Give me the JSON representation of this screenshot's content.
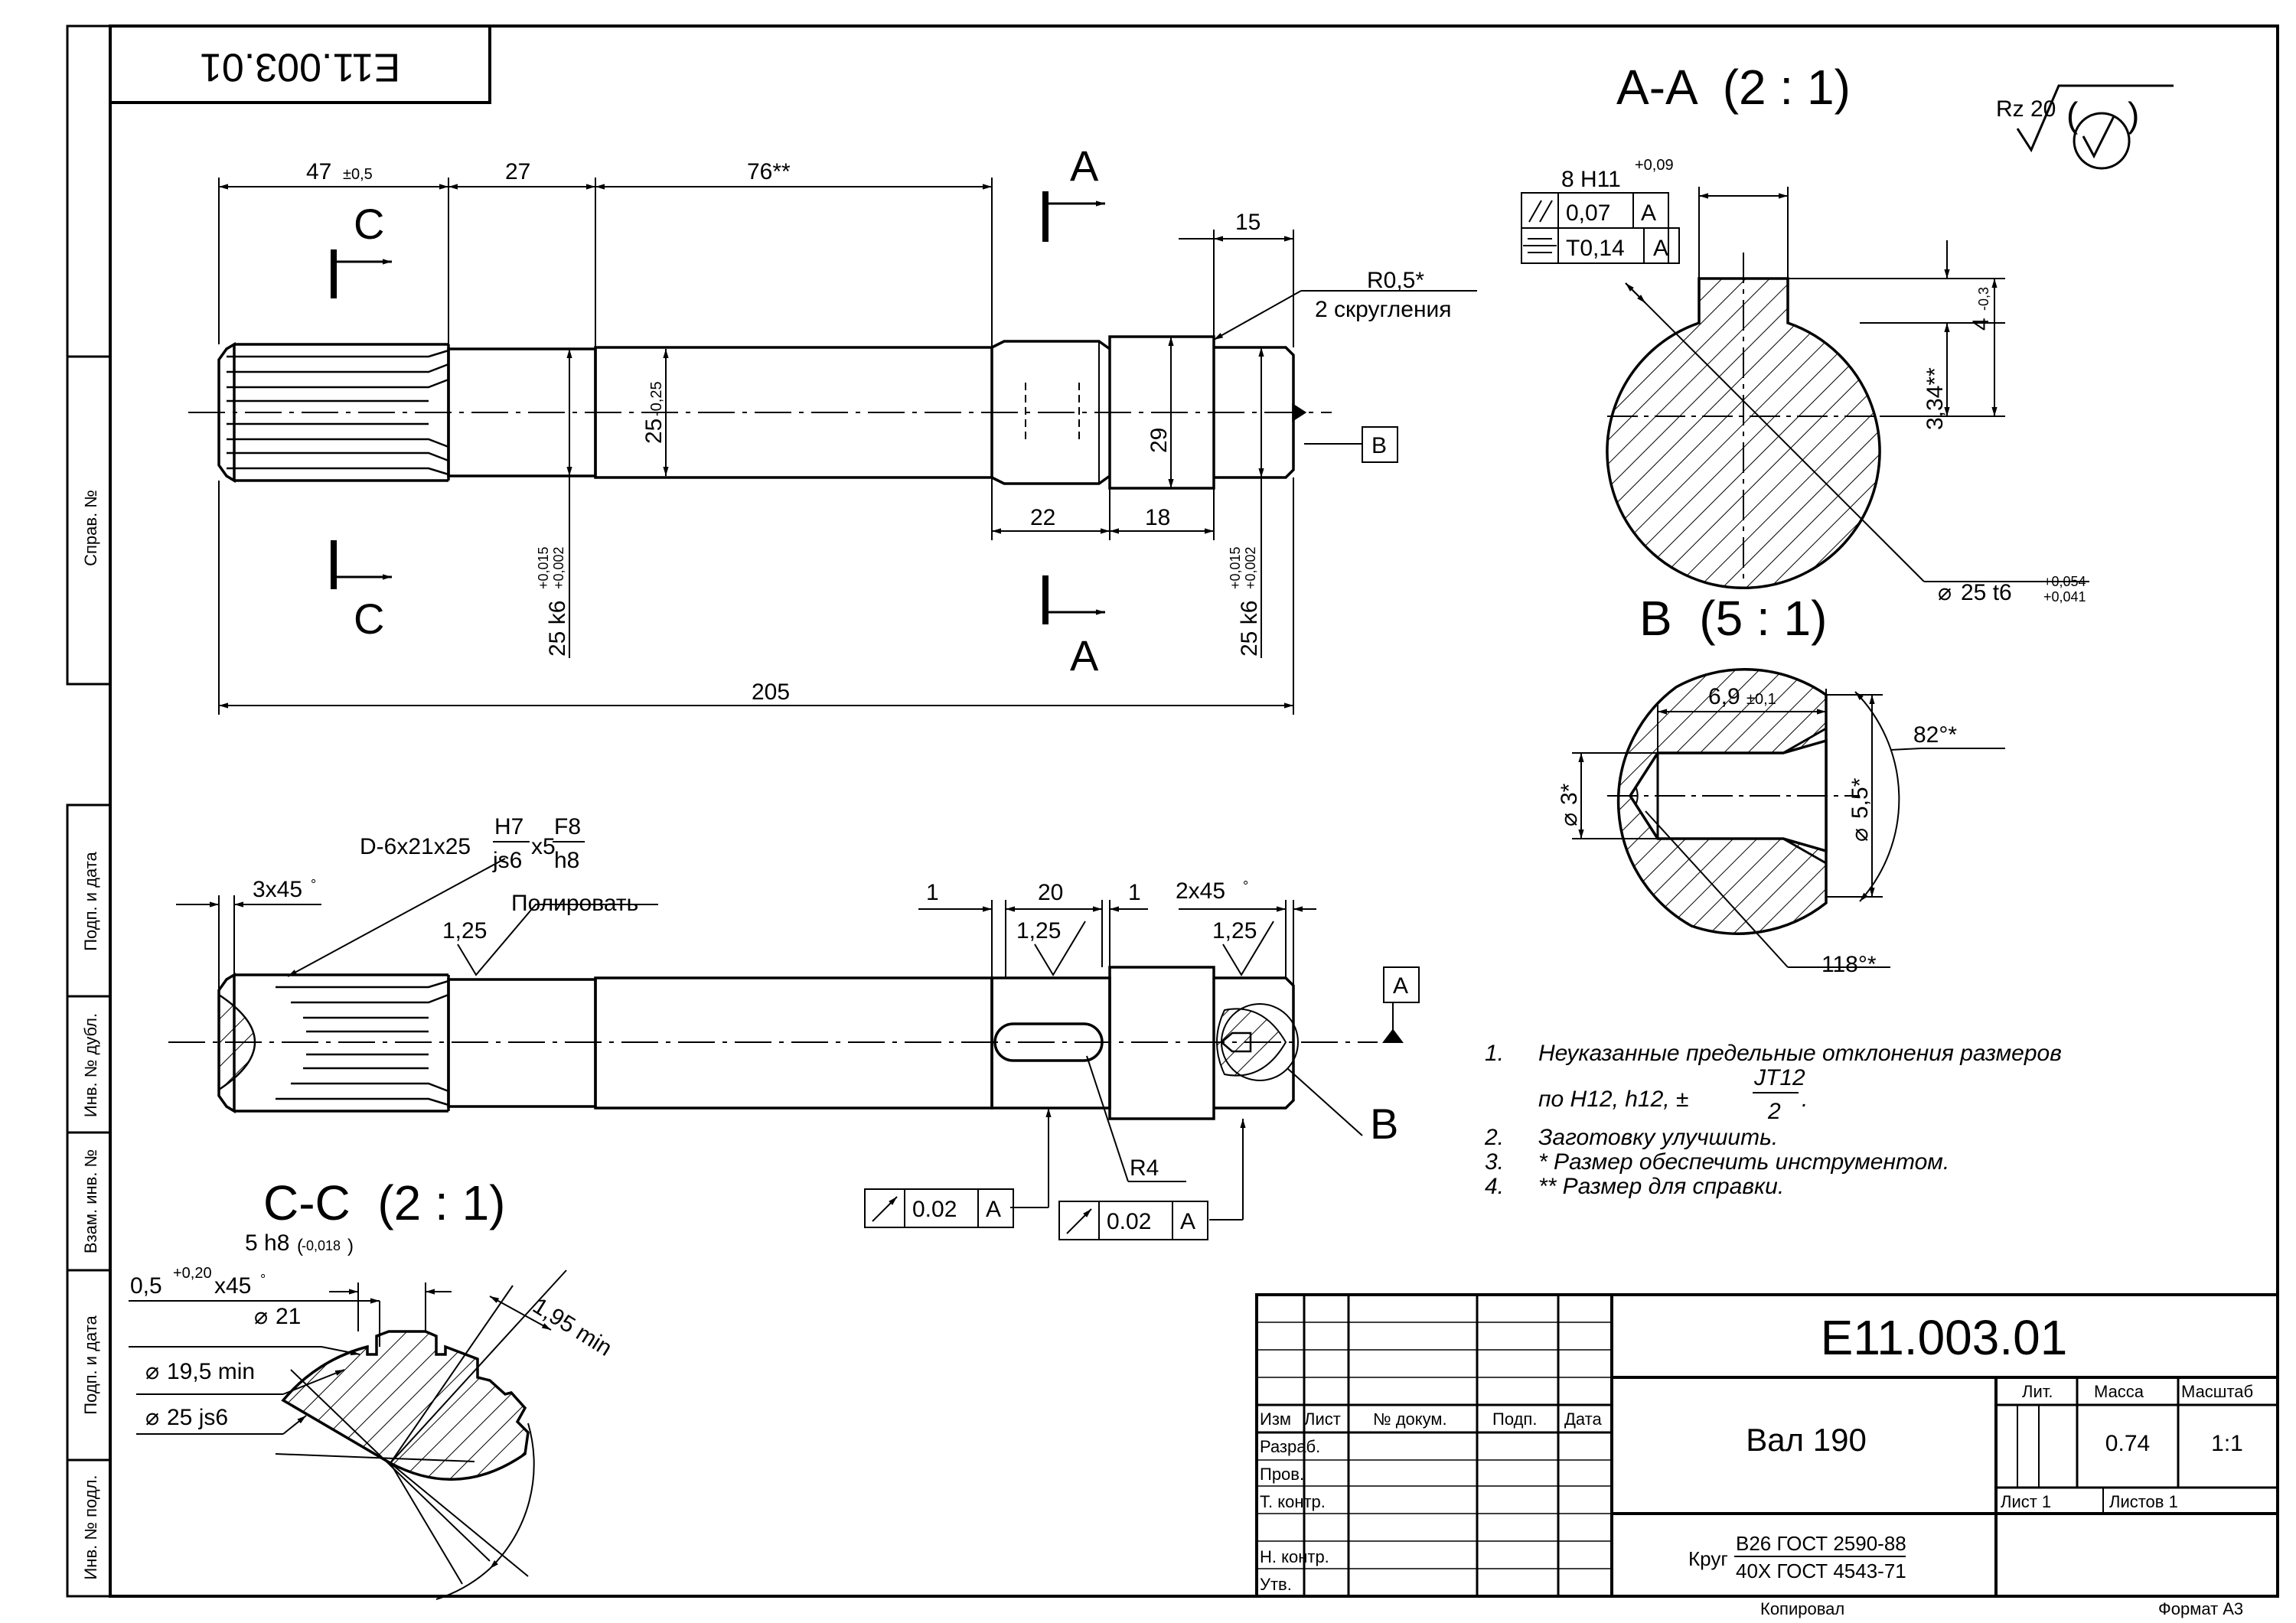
{
  "doc": {
    "number": "Е11.003.01",
    "number_rotated": "Е11.003.01",
    "part_name": "Вал 190",
    "material_prefix": "Круг",
    "material_top": "В26 ГОСТ 2590-88",
    "material_bottom": "40Х ГОСТ 4543-71",
    "copied": "Копировал",
    "format": "Формат А3"
  },
  "title_block": {
    "izm": "Изм",
    "list": "Лист",
    "no_dokum": "№ докум.",
    "podp": "Подп.",
    "data": "Дата",
    "razrab": "Разраб.",
    "prov": "Пров.",
    "t_kontr": "Т. контр.",
    "n_kontr": "Н. контр.",
    "utv": "Утв.",
    "lit": "Лит.",
    "massa": "Масса",
    "masshtab": "Масштаб",
    "massa_value": "0.74",
    "masshtab_value": "1:1",
    "sheet": "Лист 1",
    "sheets": "Листов 1"
  },
  "side_strip": {
    "sprav": "Справ. №",
    "podp_data_1": "Подп. и дата",
    "inv_dubl": "Инв. № дубл.",
    "vzam_inv": "Взам. инв. №",
    "podp_data_2": "Подп. и дата",
    "inv_podl": "Инв. № подл."
  },
  "roughness": "Rz 20",
  "top_view": {
    "dim_47": "47",
    "dim_47_tol": "±0,5",
    "dim_27": "27",
    "dim_76": "76**",
    "dim_15": "15",
    "r05": "R0,5*",
    "skrugl": "2 скругления",
    "d25": "25",
    "d25_tol": "-0,25",
    "d29": "29",
    "k6_left": "25 k6",
    "k6_right": "25 k6",
    "k6_tol_up": "+0,015",
    "k6_tol_low": "+0,002",
    "dim_22": "22",
    "dim_18": "18",
    "dim_205": "205",
    "label_c": "C",
    "label_a": "A",
    "datum_b": "B"
  },
  "bottom_view": {
    "spline_main": "D-6x21x25",
    "h7": "H7",
    "js6": "js6",
    "x5": "x5",
    "f8": "F8",
    "h8": "h8",
    "ch_3x45": "3x45",
    "ch_2x45": "2x45",
    "ra_1": "1,25",
    "ra_2": "1,25",
    "ra_3": "1,25",
    "polish": "Полировать",
    "dim_1a": "1",
    "dim_20": "20",
    "dim_1b": "1",
    "datum_a": "A",
    "r4": "R4",
    "runout_1": "0.02",
    "runout_2": "0.02",
    "runout_base": "A",
    "label_b": "B"
  },
  "section_aa": {
    "title": "A-A  (2 : 1)",
    "key": "8 H11",
    "key_tol": "+0,09",
    "parallel": "0,07",
    "sym": "T0,14",
    "base": "A",
    "dim_334": "3,34**",
    "dim_4": "4",
    "dim_4_tol": "-0,3",
    "dia": "25 t6",
    "dia_tol_up": "+0,054",
    "dia_tol_low": "+0,041"
  },
  "section_b": {
    "title": "B  (5 : 1)",
    "dim_69": "6,9",
    "dim_69_tol": "±0,1",
    "d3": "3*",
    "d55": "5,5*",
    "a82": "82°*",
    "a118": "118°*"
  },
  "section_cc": {
    "title": "C-C  (2 : 1)",
    "h8": "5 h8",
    "h8_tol": "-0,018",
    "ch": "0,5",
    "ch_tol": "+0,20",
    "ch_tail": "x45",
    "d21": "21",
    "d195": "19,5 min",
    "d25": "25 js6",
    "d195_min": "1,95 min"
  },
  "notes": [
    {
      "num": "1.",
      "text": "Неуказанные предельные отклонения размеров"
    },
    {
      "num": "",
      "text": "по H12, h12, ±",
      "frac_top": "JT12",
      "frac_bottom": "2"
    },
    {
      "num": "2.",
      "text": "Заготовку улучшить."
    },
    {
      "num": "3.",
      "text": "* Размер обеспечить инструментом."
    },
    {
      "num": "4.",
      "text": "** Размер для справки."
    }
  ]
}
